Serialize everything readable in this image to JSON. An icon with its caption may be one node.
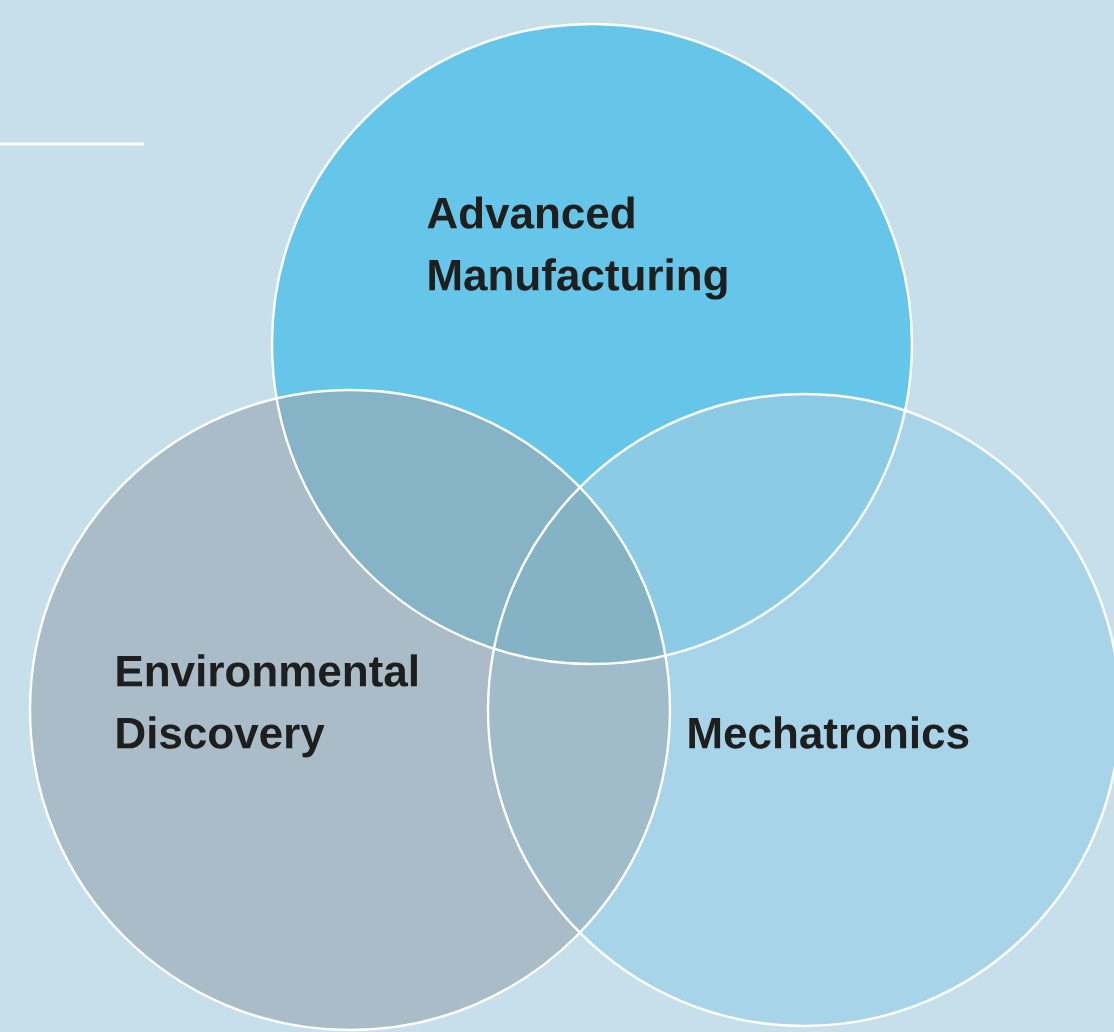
{
  "diagram": {
    "nodes": [
      {
        "text": [
          "Advanced Manufacturing"
        ]
      },
      {
        "text": [
          "Environmental Discovery"
        ]
      },
      {
        "text": [
          "Mechatronics"
        ]
      }
    ]
  }
}
